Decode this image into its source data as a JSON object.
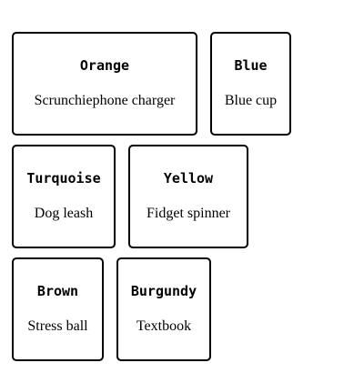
{
  "cards": [
    {
      "color": "Orange",
      "item": "Scrunchiephone charger"
    },
    {
      "color": "Blue",
      "item": "Blue cup"
    },
    {
      "color": "Turquoise",
      "item": "Dog leash"
    },
    {
      "color": "Yellow",
      "item": "Fidget spinner"
    },
    {
      "color": "Brown",
      "item": "Stress ball"
    },
    {
      "color": "Burgundy",
      "item": "Textbook"
    }
  ]
}
